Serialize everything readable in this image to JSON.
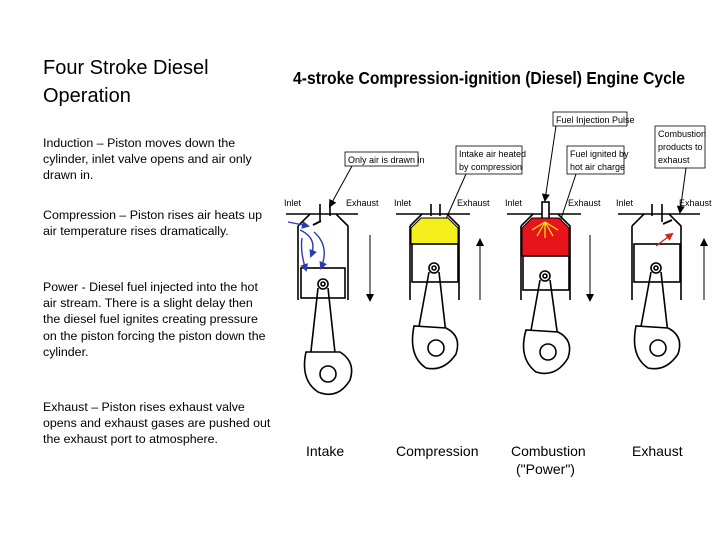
{
  "slide": {
    "title": "Four Stroke Diesel Operation",
    "paragraphs": [
      "Induction – Piston moves down the cylinder, inlet valve opens and air only drawn in.",
      "Compression – Piston rises air heats up air temperature rises dramatically.",
      "Power -  Diesel fuel injected into the hot air stream. There is a slight delay then the diesel fuel ignites creating pressure on the piston forcing the piston down the cylinder.",
      "Exhaust – Piston rises exhaust valve opens and exhaust gases are pushed out the exhaust port to atmosphere."
    ]
  },
  "diagram": {
    "title": "4-stroke Compression-ignition (Diesel) Engine Cycle",
    "callouts": {
      "only_air": "Only air is drawn in",
      "fuel_pulse": "Fuel Injection Pulse",
      "intake_heated_1": "Intake air heated",
      "intake_heated_2": "by compression",
      "fuel_ignited_1": "Fuel ignited by",
      "fuel_ignited_2": "hot air charge",
      "combustion_1": "Combustion",
      "combustion_2": "products to",
      "combustion_3": "exhaust"
    },
    "port_inlet": "Inlet",
    "port_exhaust": "Exhaust",
    "stages": [
      "Intake",
      "Compression",
      "Combustion",
      "Exhaust"
    ],
    "stage_sub": "(\"Power\")",
    "colors": {
      "compression_charge": "#f5ef1e",
      "combustion_charge": "#e8141b",
      "arrow_blue": "#2a3bb0",
      "arrow_red": "#d0261e"
    }
  }
}
